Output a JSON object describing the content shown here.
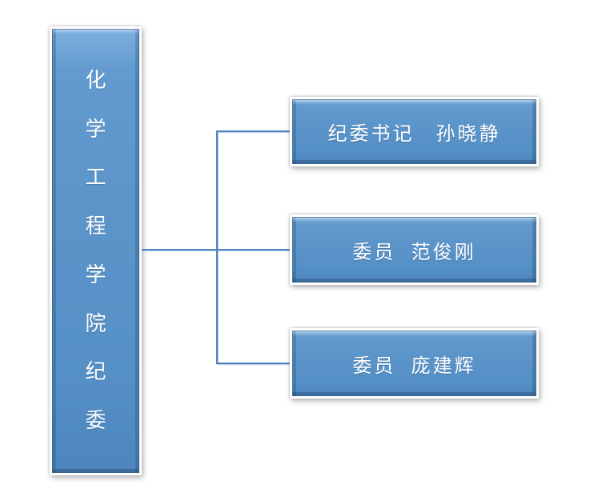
{
  "diagram": {
    "type": "org-chart",
    "root": {
      "label": "化学工程学院纪委"
    },
    "children": [
      {
        "label": "纪委书记　孙晓静"
      },
      {
        "label": "委员  范俊刚"
      },
      {
        "label": "委员  庞建辉"
      }
    ],
    "colors": {
      "background": "#ffffff",
      "node_fill": "#5b94c9",
      "node_fill_light": "#7db0de",
      "node_fill_dark": "#4d86bf",
      "node_border": "#ffffff",
      "connector": "#4f81bd",
      "text": "#ffffff"
    }
  }
}
